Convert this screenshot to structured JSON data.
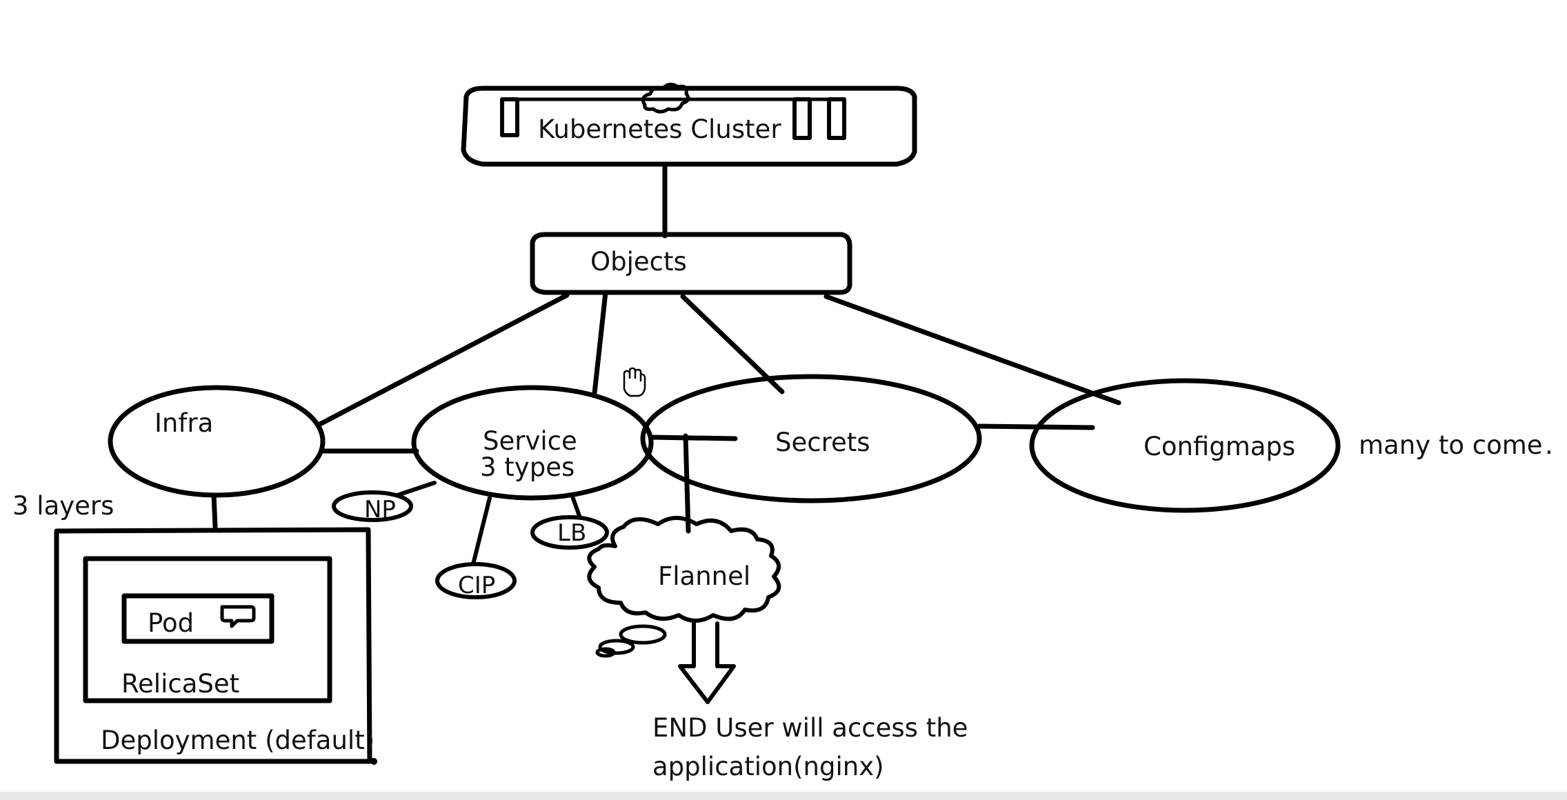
{
  "cluster": {
    "label": "Kubernetes Cluster"
  },
  "objects": {
    "label": "Objects"
  },
  "nodes": {
    "infra": "Infra",
    "service_line1": "Service",
    "service_line2": "3 types",
    "secrets": "Secrets",
    "configmaps": "Configmaps",
    "many_to_come": "many to come"
  },
  "service_types": {
    "np": "NP",
    "cip": "CIP",
    "lb": "LB"
  },
  "layers": {
    "caption": "3 layers",
    "pod": "Pod",
    "replicaset": "RelicaSet",
    "deployment": "Deployment (default)"
  },
  "flannel": {
    "label": "Flannel"
  },
  "end_user": {
    "line1": "END User will access the",
    "line2": "application(nginx)"
  }
}
